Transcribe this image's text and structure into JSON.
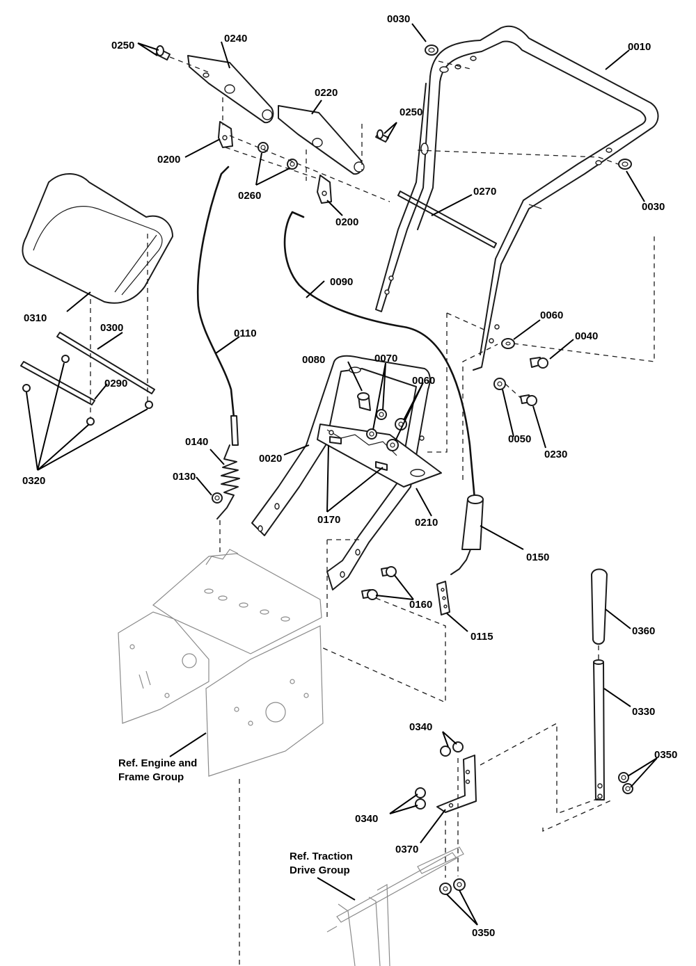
{
  "labels": {
    "p0010": "0010",
    "p0020": "0020",
    "p0030a": "0030",
    "p0030b": "0030",
    "p0040": "0040",
    "p0050": "0050",
    "p0060a": "0060",
    "p0060b": "0060",
    "p0070": "0070",
    "p0080": "0080",
    "p0090": "0090",
    "p0110": "0110",
    "p0115": "0115",
    "p0130": "0130",
    "p0140": "0140",
    "p0150": "0150",
    "p0160": "0160",
    "p0170": "0170",
    "p0200a": "0200",
    "p0200b": "0200",
    "p0210": "0210",
    "p0220": "0220",
    "p0230": "0230",
    "p0240": "0240",
    "p0250a": "0250",
    "p0250b": "0250",
    "p0260": "0260",
    "p0270": "0270",
    "p0290": "0290",
    "p0300": "0300",
    "p0310": "0310",
    "p0320": "0320",
    "p0330": "0330",
    "p0340a": "0340",
    "p0340b": "0340",
    "p0350a": "0350",
    "p0350b": "0350",
    "p0360": "0360",
    "p0370": "0370"
  },
  "references": {
    "engine_frame_line1": "Ref. Engine and",
    "engine_frame_line2": "Frame Group",
    "traction_drive_line1": "Ref. Traction",
    "traction_drive_line2": "Drive Group"
  }
}
